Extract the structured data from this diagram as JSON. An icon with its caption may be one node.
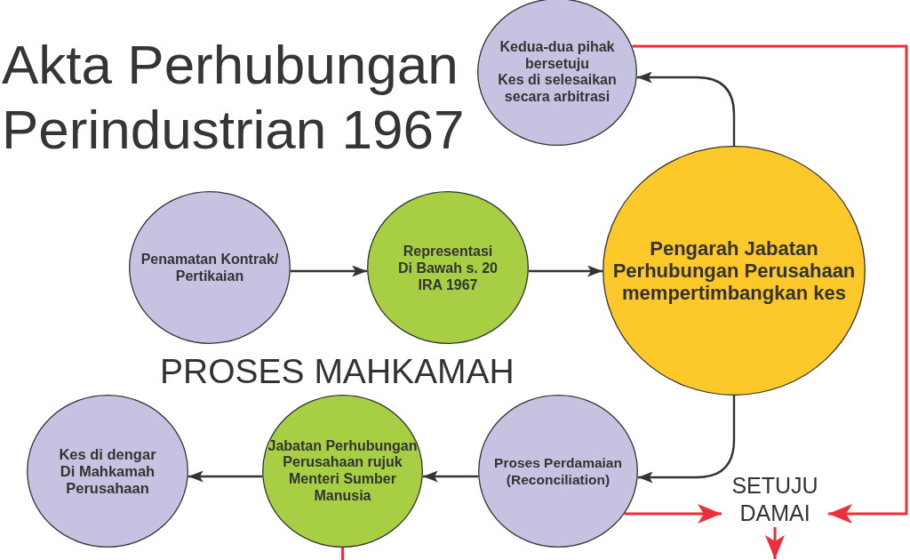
{
  "diagram": {
    "title": "Akta Perhubungan Perindustrian 1967",
    "nodes": [
      {
        "text": [
          "Kedua-dua pihak bersetuju",
          "Kes di selesaikan secara arbitrasi"
        ]
      },
      {
        "text": [
          "Penamatan Kontrak/ Pertikaian"
        ]
      },
      {
        "text": [
          "Representasi Di Bawah s. 20 IRA 1967"
        ]
      },
      {
        "text": [
          "Pengarah Jabatan Perhubungan Perusahaan mempertimbangkan kes"
        ]
      },
      {
        "text": [
          "Proses Perdamaian (Reconciliation)"
        ]
      },
      {
        "text": [
          "Jabatan Perhubungan Perusahaan rujuk Menteri Sumber Manusia"
        ]
      },
      {
        "text": [
          "Kes di dengar Di Mahkamah Perusahaan"
        ]
      },
      {
        "text": [
          "SETUJU DAMAI"
        ]
      }
    ],
    "edges": [
      {
        "from": 1,
        "to": 2,
        "arrow": "to"
      },
      {
        "from": 2,
        "to": 3,
        "arrow": "to"
      },
      {
        "from": 3,
        "to": 0,
        "arrow": "to"
      },
      {
        "from": 3,
        "to": 4,
        "arrow": "to"
      },
      {
        "from": 4,
        "to": 5,
        "arrow": "to"
      },
      {
        "from": 5,
        "to": 6,
        "arrow": "to"
      },
      {
        "from": 4,
        "to": 7,
        "arrow": "to",
        "color": "#ee2e3a"
      },
      {
        "from": 0,
        "to": 7,
        "arrow": "to",
        "color": "#ee2e3a"
      },
      {
        "from": 7,
        "to": null,
        "arrow": "to",
        "color": "#ee2e3a"
      },
      {
        "from": 5,
        "to": null,
        "arrow": "none",
        "color": "#ee2e3a"
      }
    ],
    "labels": [
      "PROSES MAHKAMAH"
    ]
  }
}
